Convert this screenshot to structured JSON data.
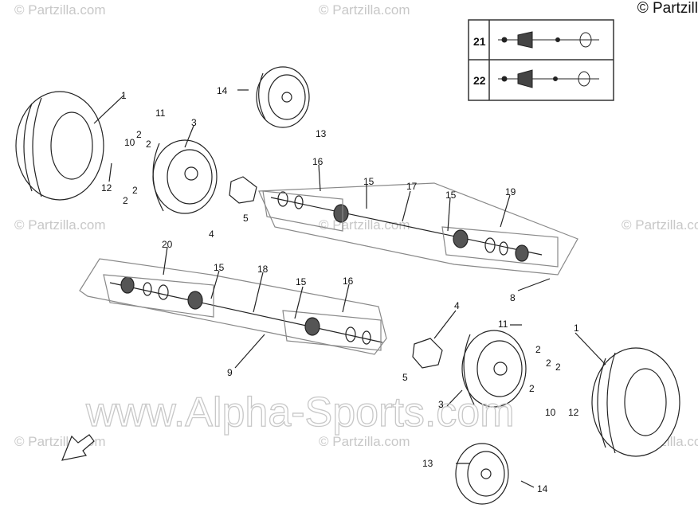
{
  "copyright": "© Partzill",
  "watermark_small": "© Partzilla.com",
  "watermark_large": "www.Alpha-Sports.com",
  "legend": {
    "row1": "21",
    "row2": "22"
  },
  "callouts": {
    "tire": "1",
    "valve_nut": "2",
    "rim": "3",
    "hub": "4",
    "nut": "5",
    "drive_shaft_rear": "8",
    "drive_shaft_front": "9",
    "cap": "10",
    "valve_stem": "11",
    "bolt": "12",
    "spare_rim": "13",
    "rim_nut": "14",
    "boot_clamp": "15",
    "outer_joint_kit": "16",
    "shaft_rear": "17",
    "shaft_front": "18",
    "inner_joint_kit_rear": "19",
    "inner_joint_kit_front": "20"
  },
  "colors": {
    "line": "#222222",
    "watermark": "#c8c8c8",
    "frame": "#333333"
  }
}
